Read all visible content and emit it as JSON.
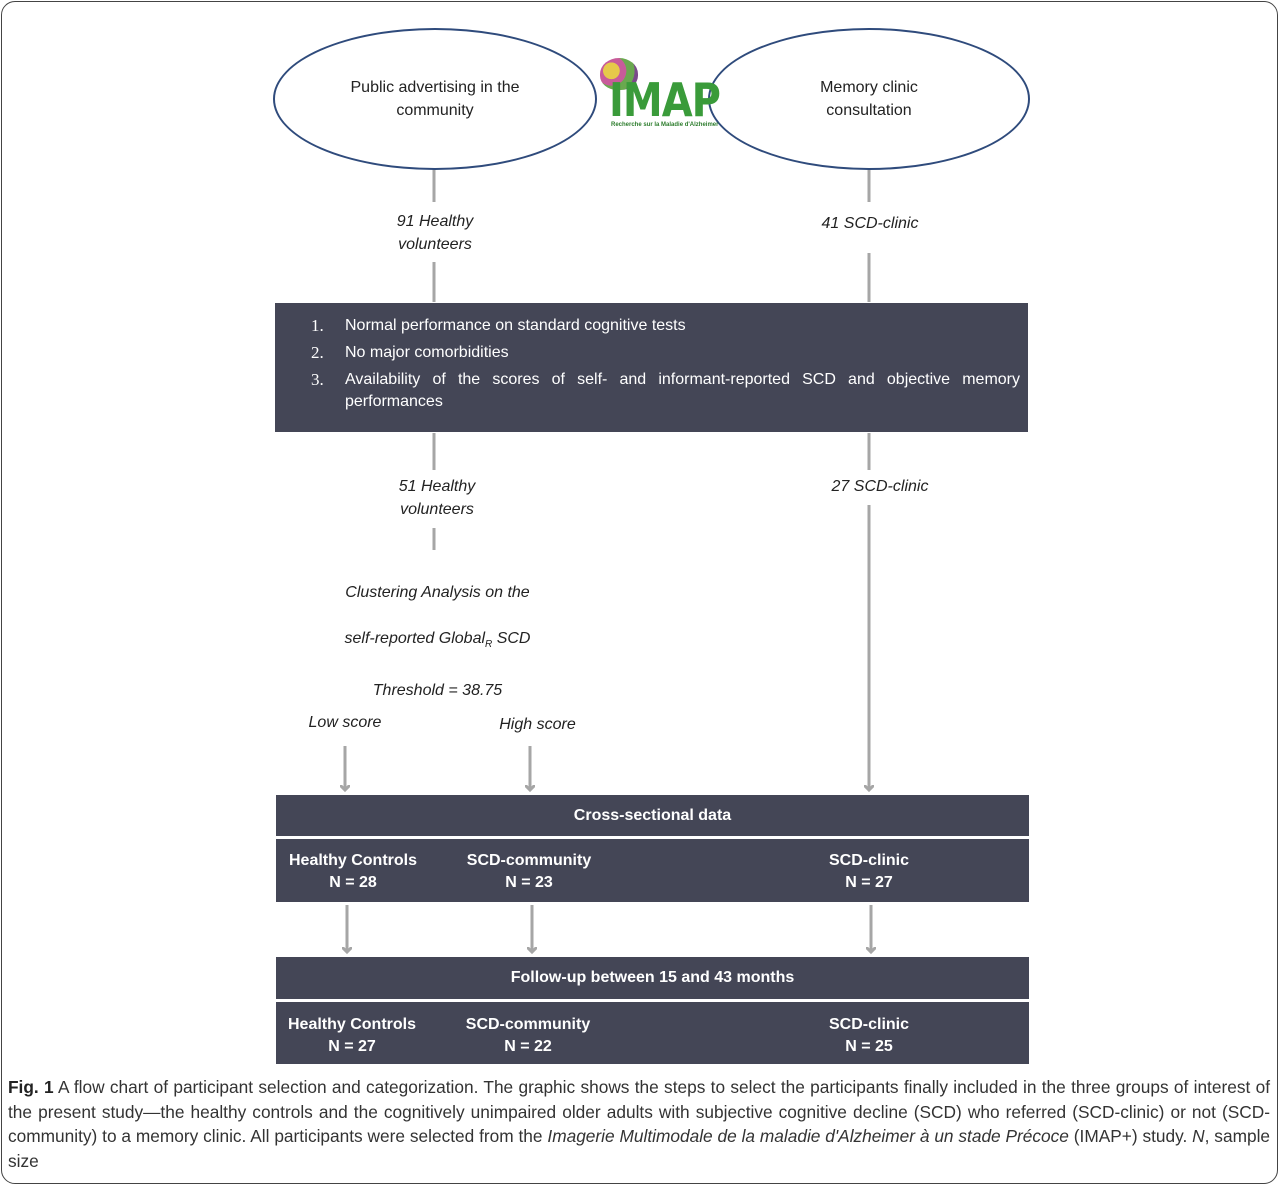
{
  "sources": {
    "left": "Public advertising in the\ncommunity",
    "right": "Memory clinic\nconsultation"
  },
  "logo": {
    "word": "IMAP",
    "tagline": "Recherche sur la Maladie d'Alzheimer"
  },
  "counts_initial": {
    "left": "91 Healthy\nvolunteers",
    "right": "41 SCD-clinic"
  },
  "criteria": [
    {
      "num": "1.",
      "text": "Normal performance on standard cognitive tests"
    },
    {
      "num": "2.",
      "text": "No major comorbidities"
    },
    {
      "num": "3.",
      "text": "Availability of the scores of self- and informant-reported SCD and objective memory performances"
    }
  ],
  "counts_after": {
    "left": "51 Healthy\nvolunteers",
    "right": "27 SCD-clinic"
  },
  "clustering": {
    "line1": "Clustering Analysis on the",
    "line2_pre": "self-reported Global",
    "line2_sub": "R",
    "line2_post": " SCD",
    "line3": "Threshold = 38.75"
  },
  "split": {
    "low": "Low score",
    "high": "High score"
  },
  "cross_sectional": {
    "title": "Cross-sectional data",
    "groups": [
      {
        "name": "Healthy Controls",
        "n": "N = 28"
      },
      {
        "name": "SCD-community",
        "n": "N = 23"
      },
      {
        "name": "SCD-clinic",
        "n": "N = 27"
      }
    ]
  },
  "followup": {
    "title": "Follow-up between 15 and 43 months",
    "groups": [
      {
        "name": "Healthy Controls",
        "n": "N = 27"
      },
      {
        "name": "SCD-community",
        "n": "N = 22"
      },
      {
        "name": "SCD-clinic",
        "n": "N = 25"
      }
    ]
  },
  "caption": {
    "label": "Fig. 1",
    "text1": " A flow chart of participant selection and categorization. The graphic shows the steps to select the participants finally included in the three groups of interest of the present study—the healthy controls and the cognitively unimpaired older adults with subjective cognitive decline (SCD) who referred (SCD-clinic) or not (SCD-community) to a memory clinic. All participants were selected from the ",
    "italic1": "Imagerie Multimodale de la maladie d'Alzheimer à un stade Précoce",
    "text2": " (IMAP+) study. ",
    "italic2": "N",
    "text3": ", sample size"
  },
  "colors": {
    "box": "#444656",
    "ellipse_border": "#2f4b7c",
    "arrow": "#a6a6a6",
    "logo_green": "#3a9b3a"
  }
}
